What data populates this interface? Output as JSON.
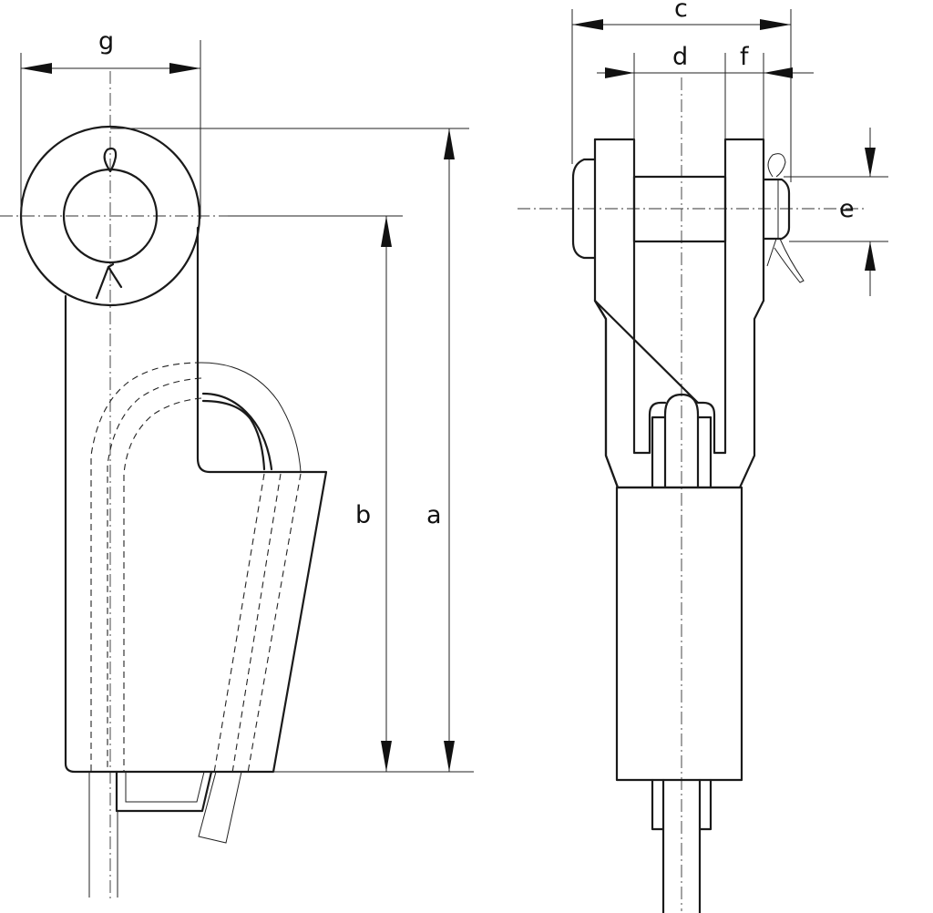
{
  "drawing": {
    "title": "",
    "dimension_labels": {
      "a": "a",
      "b": "b",
      "c": "c",
      "d": "d",
      "e": "e",
      "f": "f",
      "g": "g"
    }
  }
}
